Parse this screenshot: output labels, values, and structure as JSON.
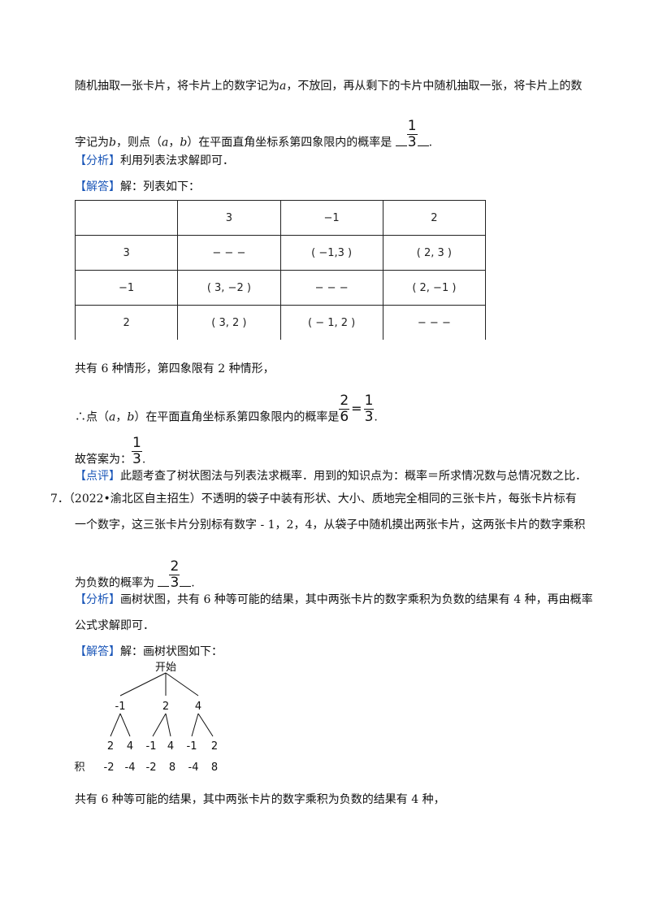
{
  "p1": {
    "line1": "随机抽取一张卡片，将卡片上的数字记为",
    "var_a": "a",
    "line1b": "，不放回，再从剩下的卡片中随机抽取一张，将卡片上的数",
    "line2a": "字记为",
    "var_b": "b",
    "line2b": "，则点（",
    "line2c": "，",
    "line2d": "）在平面直角坐标系第四象限内的概率是",
    "answer": {
      "num": "1",
      "den": "3"
    },
    "end": "."
  },
  "analysis1": {
    "tag": "【分析】",
    "text": "利用列表法求解即可．"
  },
  "solution1": {
    "tag": "【解答】",
    "text": "解：列表如下："
  },
  "table": {
    "rows": [
      [
        "",
        "3",
        "−1",
        "2"
      ],
      [
        "3",
        "− − −",
        "( −1,3 )",
        "( 2,  3 )"
      ],
      [
        "−1",
        "( 3, −2 )",
        "− − −",
        "( 2, −1 )"
      ],
      [
        "2",
        "( 3,  2 )",
        "( − 1, 2 )",
        "− − −"
      ]
    ]
  },
  "s1": {
    "total": "共有 6 种情形，第四象限有 2 种情形，",
    "therefore_a": "∴点（",
    "therefore_b": "，",
    "therefore_c": "）在平面直角坐标系第四象限内的概率是",
    "frac1": {
      "num": "2",
      "den": "6"
    },
    "eq": "=",
    "frac2": {
      "num": "1",
      "den": "3"
    },
    "end": ".",
    "answer_label": "故答案为：",
    "answer": {
      "num": "1",
      "den": "3"
    },
    "answer_end": "."
  },
  "comment1": {
    "tag": "【点评】",
    "text": "此题考查了树状图法与列表法求概率．用到的知识点为：概率＝所求情况数与总情况数之比．"
  },
  "q7": {
    "number": "7．",
    "line1": "（2022•渝北区自主招生）不透明的袋子中装有形状、大小、质地完全相同的三张卡片，每张卡片标有",
    "line2": "一个数字，这三张卡片分别标有数字 - 1，2，4，从袋子中随机摸出两张卡片，这两张卡片的数字乘积",
    "line3": "为负数的概率为",
    "answer": {
      "num": "2",
      "den": "3"
    },
    "end": "."
  },
  "analysis2": {
    "tag": "【分析】",
    "line1": "画树状图，共有 6 种等可能的结果，其中两张卡片的数字乘积为负数的结果有 4 种，再由概率",
    "line2": "公式求解即可．"
  },
  "solution2": {
    "tag": "【解答】",
    "text": "解：画树状图如下："
  },
  "tree": {
    "root": "开始",
    "level1": [
      "-1",
      "2",
      "4"
    ],
    "level2": [
      "2",
      "4",
      "-1",
      "4",
      "-1",
      "2"
    ],
    "product_label": "积",
    "products": [
      "-2",
      "-4",
      "-2",
      "8",
      "-4",
      "8"
    ]
  },
  "s2": {
    "total": "共有 6 种等可能的结果，其中两张卡片的数字乘积为负数的结果有 4 种，"
  }
}
